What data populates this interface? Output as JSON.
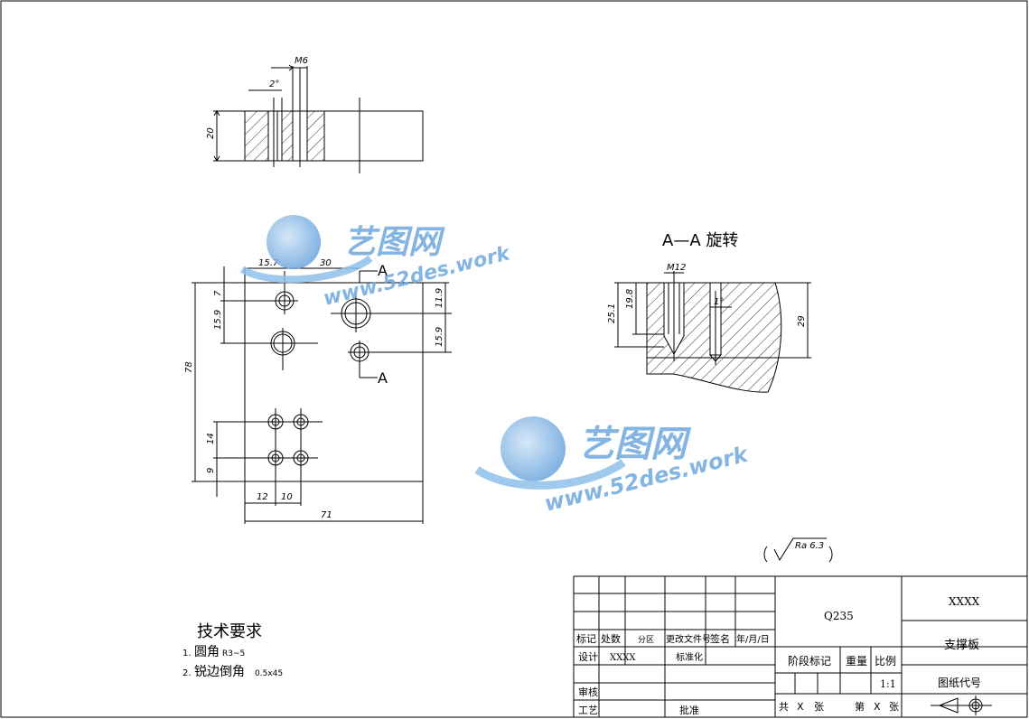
{
  "top_view": {
    "dim_m6": "M6",
    "dim_2deg": "2°",
    "dim_20": "20"
  },
  "front_view": {
    "dim_15_7": "15.7",
    "dim_30": "30",
    "dim_7": "7",
    "dim_15_9_left": "15.9",
    "dim_11_9": "11.9",
    "dim_15_9_right": "15.9",
    "dim_78": "78",
    "dim_14": "14",
    "dim_9": "9",
    "dim_12": "12",
    "dim_10": "10",
    "dim_71": "71",
    "section_mark_top": "A",
    "section_mark_bottom": "A"
  },
  "section_view": {
    "title": "A—A 旋转",
    "dim_m12": "M12",
    "dim_1deg": "1°",
    "dim_25_1": "25.1",
    "dim_19_8": "19.8",
    "dim_29": "29"
  },
  "watermark": {
    "brand": "艺图网",
    "url": "www.52des.work"
  },
  "roughness": {
    "value": "Ra 6.3"
  },
  "tech_requirements": {
    "heading": "技术要求",
    "items": [
      {
        "num": "1.",
        "text": "圆角",
        "spec": "R3~5"
      },
      {
        "num": "2.",
        "text": "锐边倒角",
        "spec": "0.5x45"
      }
    ]
  },
  "title_block": {
    "material": "Q235",
    "company": "XXXX",
    "part_name": "支撑板",
    "drawing_no_label": "图纸代号",
    "row_labels": {
      "mark": "标记",
      "count": "处数",
      "zone": "分区",
      "change_doc": "更改文件号",
      "signature": "签名",
      "date": "年/月/日",
      "design": "设计",
      "designer": "XXXX",
      "standardize": "标准化",
      "review": "审核",
      "process": "工艺",
      "approve": "批准"
    },
    "stage_mark": "阶段标记",
    "weight": "重量",
    "scale_label": "比例",
    "scale_value": "1:1",
    "total": "共",
    "x1": "X",
    "sheets1": "张",
    "page": "第",
    "x2": "X",
    "sheets2": "张"
  }
}
